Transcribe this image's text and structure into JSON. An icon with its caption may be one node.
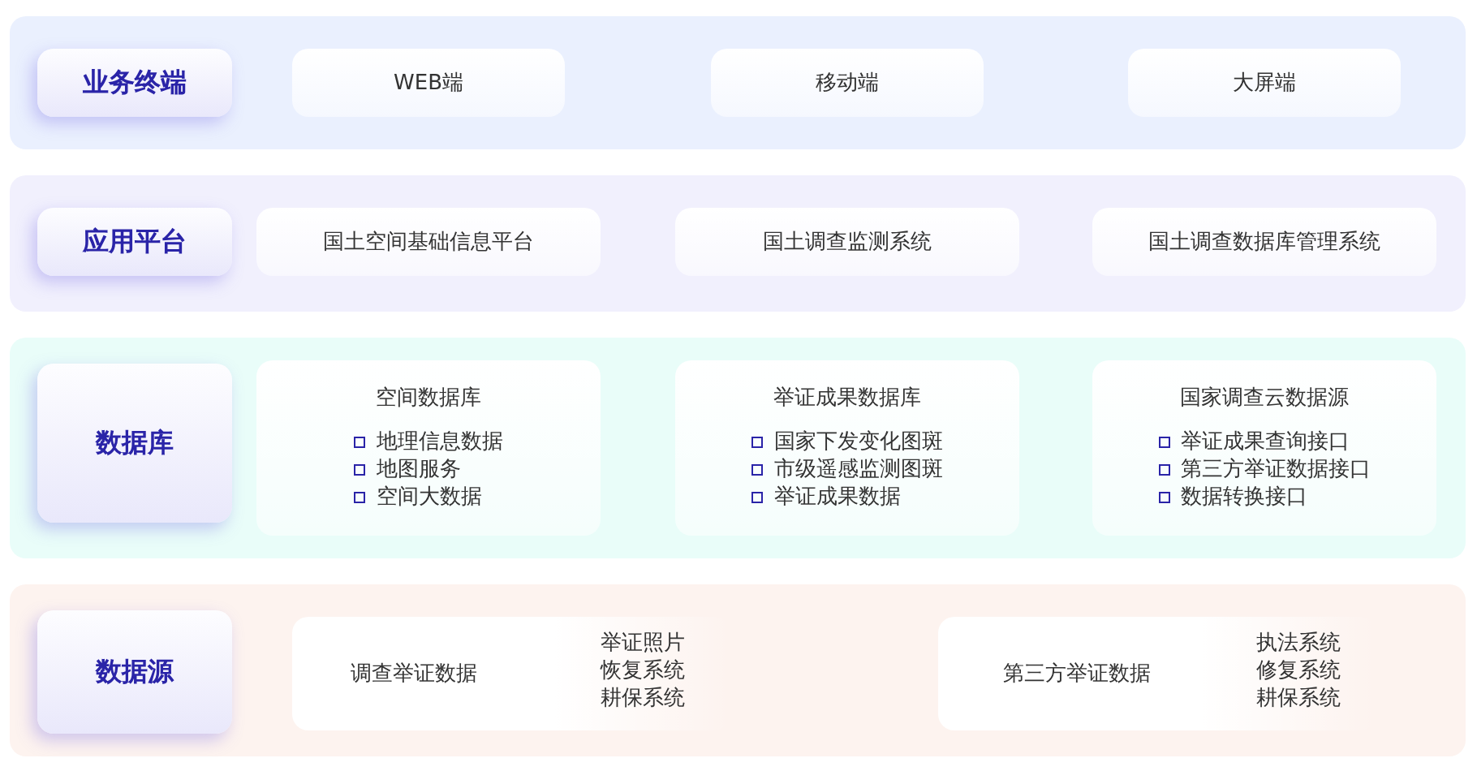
{
  "diagram": {
    "nodes": [
      {
        "text": [],
        "shape": "box"
      },
      {
        "text": [
          "业务终端"
        ],
        "in": 0
      },
      {
        "text": [
          "WEB端"
        ],
        "in": 0
      },
      {
        "text": [
          "移动端"
        ],
        "in": 0
      },
      {
        "text": [
          "大屏端"
        ],
        "in": 0
      },
      {
        "text": [],
        "shape": "box"
      },
      {
        "text": [
          "应用平台"
        ],
        "in": 5
      },
      {
        "text": [
          "国土空间基础信息平台"
        ],
        "in": 5
      },
      {
        "text": [
          "国土调查监测系统"
        ],
        "in": 5
      },
      {
        "text": [
          "国土调查数据库管理系统"
        ],
        "in": 5
      },
      {
        "text": [],
        "shape": "box"
      },
      {
        "text": [
          "数据库"
        ],
        "in": 10
      },
      {
        "text": [
          "空间数据库",
          "地理信息数据",
          "地图服务",
          "空间大数据"
        ],
        "in": 10
      },
      {
        "text": [
          "举证成果数据库",
          "国家下发变化图斑",
          "市级遥感监测图斑",
          "举证成果数据"
        ],
        "in": 10
      },
      {
        "text": [
          "国家调查云数据源",
          "举证成果查询接口",
          "第三方举证数据接口",
          "数据转换接口"
        ],
        "in": 10
      },
      {
        "text": [],
        "shape": "box"
      },
      {
        "text": [
          "数据源"
        ],
        "in": 15
      },
      {
        "text": [
          "调查举证数据",
          "举证照片",
          "恢复系统",
          "耕保系统"
        ],
        "in": 15
      },
      {
        "text": [
          "第三方举证数据",
          "执法系统",
          "修复系统",
          "耕保系统"
        ],
        "in": 15
      }
    ],
    "edges": []
  }
}
